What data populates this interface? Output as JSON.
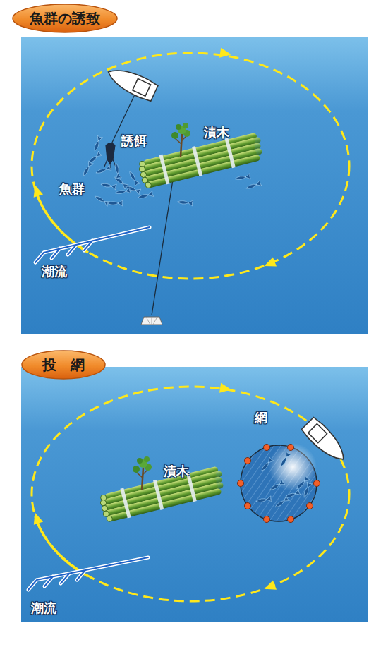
{
  "diagram": {
    "nodes": [
      {
        "text": [
          "魚群の誘致"
        ]
      },
      {
        "text": [
          "投　網"
        ]
      }
    ],
    "labels": [
      "誘餌",
      "漬木",
      "魚群",
      "潮流",
      "網",
      "漬木",
      "潮流"
    ]
  }
}
